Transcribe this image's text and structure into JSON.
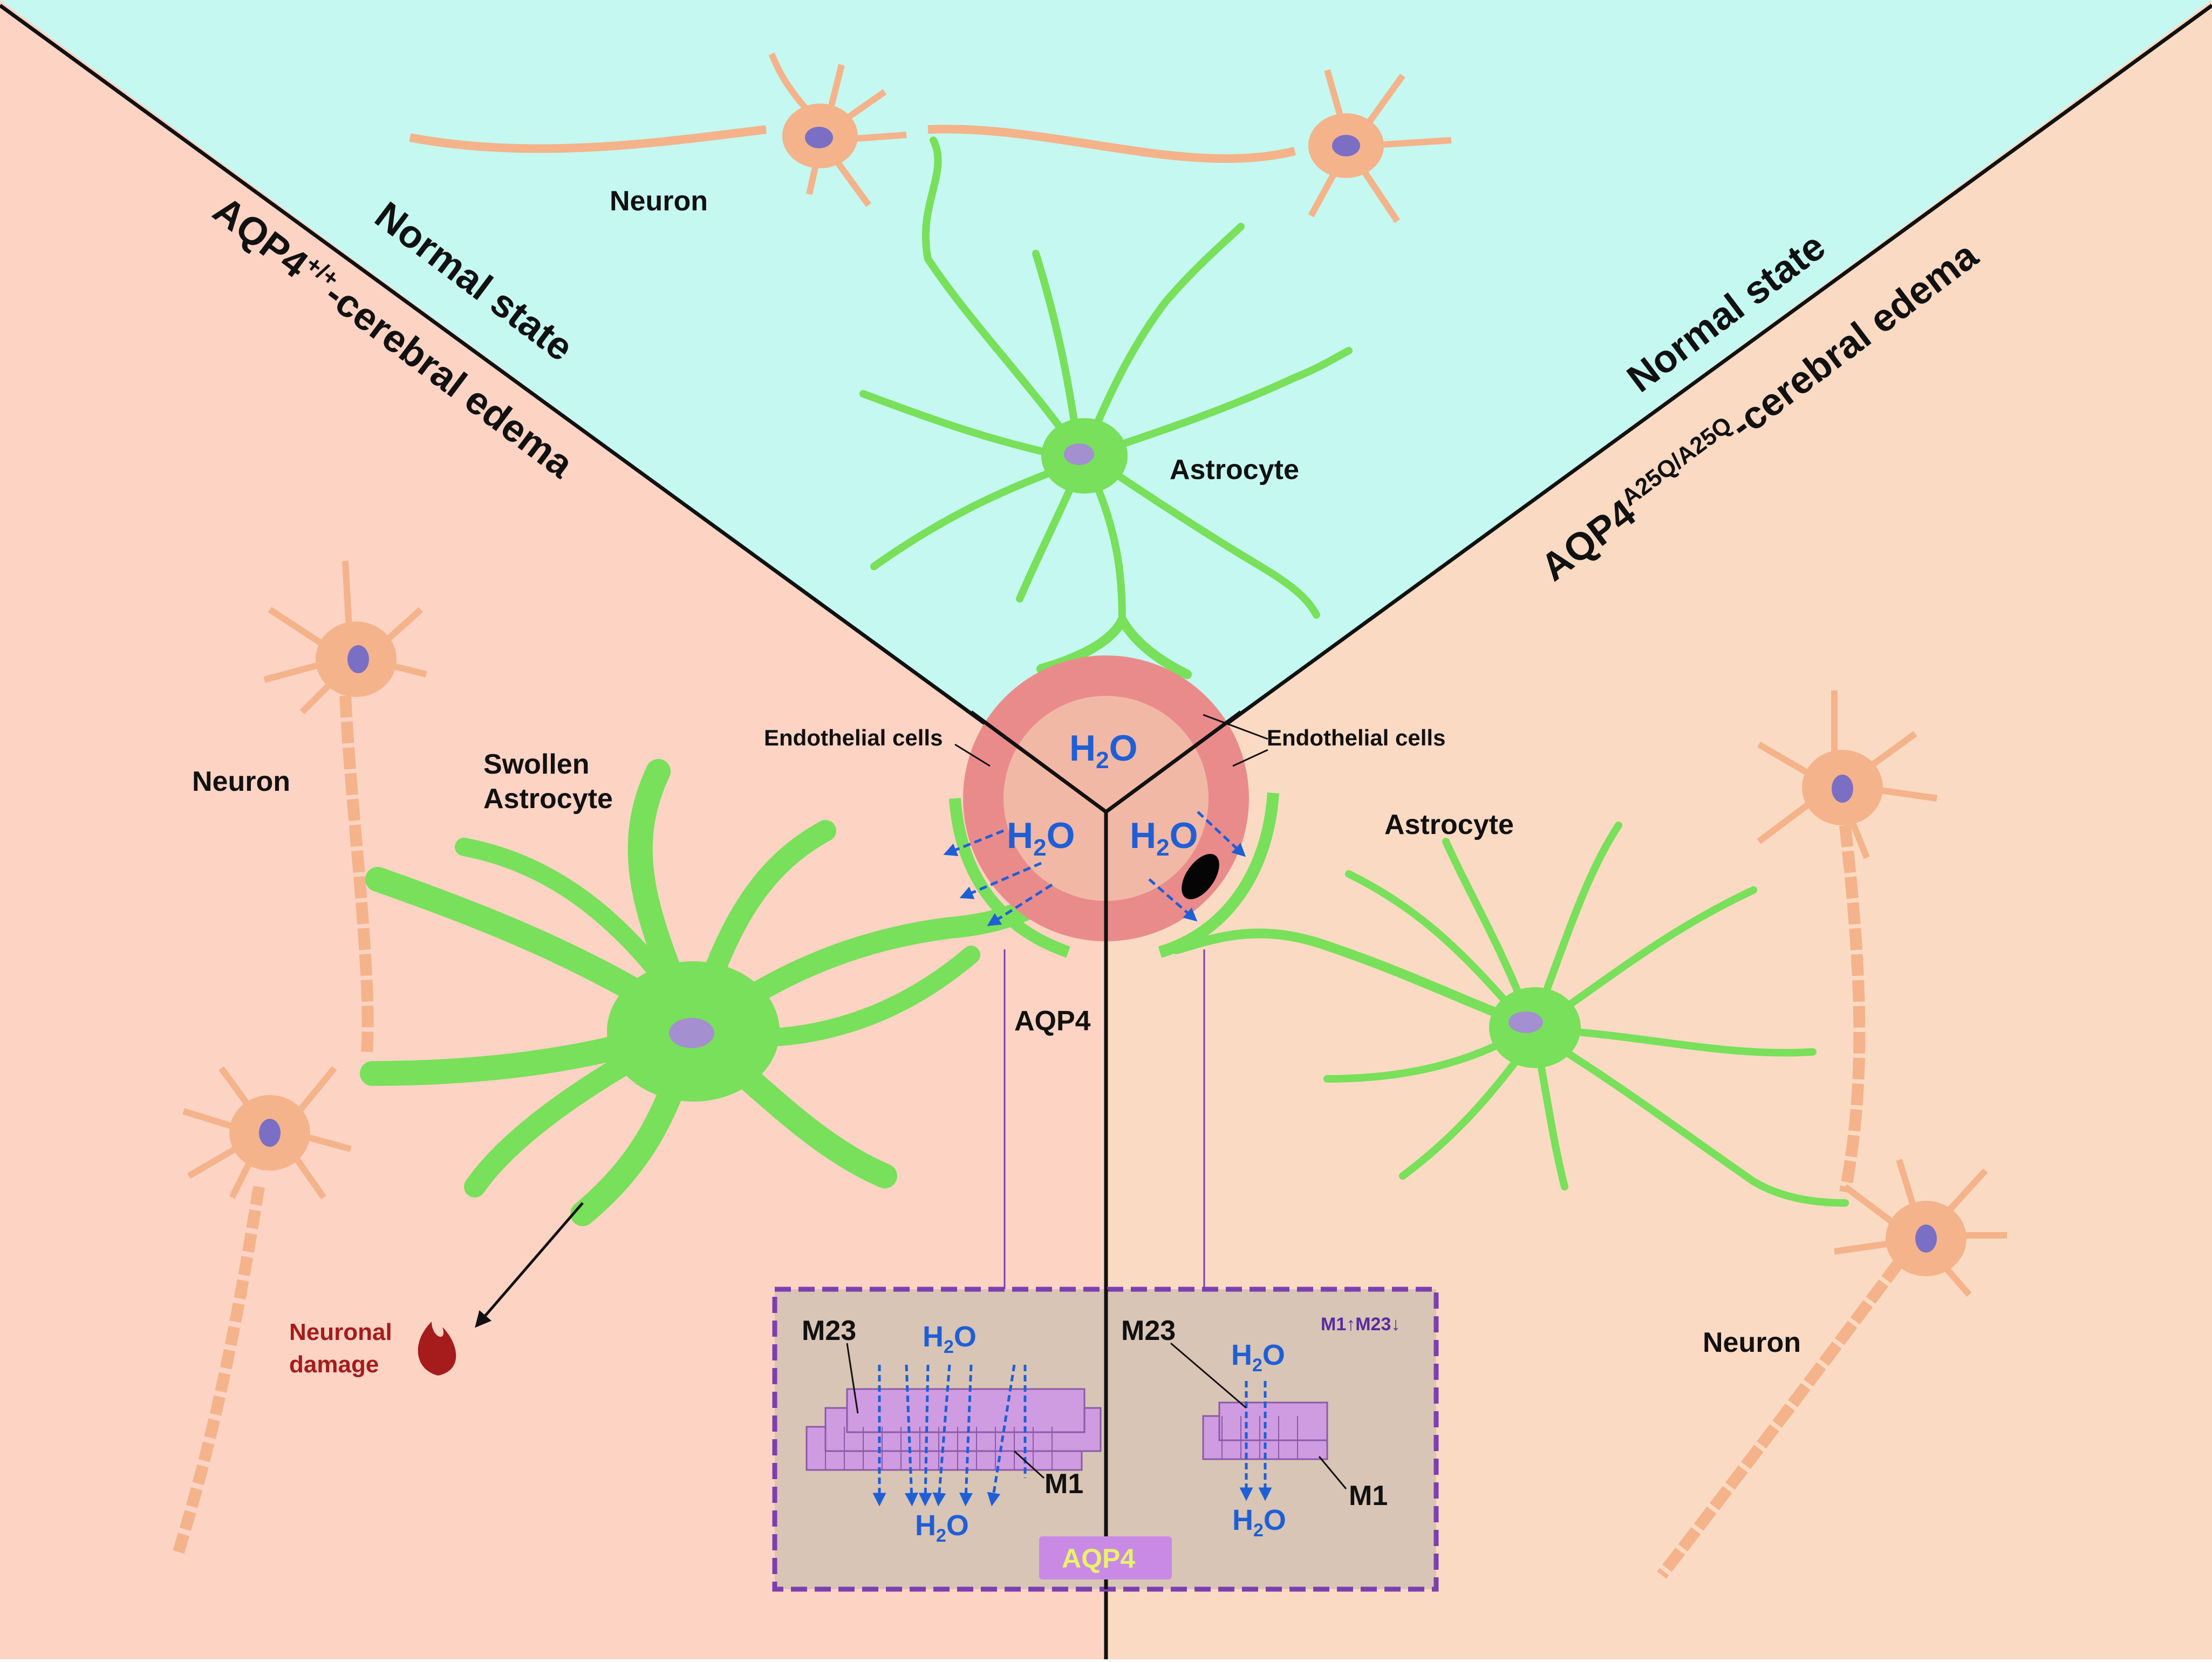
{
  "colors": {
    "top_region": "#c5f8f0",
    "left_region": "#fdd3c4",
    "right_region": "#fbdac3",
    "astrocyte": "#78e05a",
    "neuron": "#f4b38a",
    "neuron_nucleus": "#7a6fc4",
    "vessel_outer": "#ea8b8b",
    "vessel_inner": "#f2b8a6",
    "water_text": "#1f5fd6",
    "aqp4_channel": "#cf9ce2",
    "inset_bg": "#d8c5b5",
    "inset_border": "#7b3fb0",
    "damage_text": "#a61b1b"
  },
  "labels": {
    "left_state_line1": "Normal state",
    "left_state_line2": "AQP4+/+-cerebral edema",
    "left_state_line2_base": "AQP4",
    "left_state_line2_sup": "+/+",
    "left_state_line2_rest": "-cerebral edema",
    "right_state_line1": "Normal state",
    "right_state_line2_base": "AQP4",
    "right_state_line2_sup": "A25Q/A25Q",
    "right_state_line2_rest": "-cerebral edema",
    "neuron_top": "Neuron",
    "neuron_left": "Neuron",
    "neuron_right": "Neuron",
    "astrocyte_top": "Astrocyte",
    "astrocyte_right": "Astrocyte",
    "swollen_astrocyte_line1": "Swollen",
    "swollen_astrocyte_line2": "Astrocyte",
    "endothelial_left": "Endothelial cells",
    "endothelial_right": "Endothelial cells",
    "aqp4_label": "AQP4",
    "water_base": "H",
    "water_sub": "2",
    "water_tail": "O",
    "neuronal_damage_line1": "Neuronal",
    "neuronal_damage_line2": "damage"
  },
  "inset": {
    "left_m23": "M23",
    "left_m1": "M1",
    "right_m23": "M23",
    "right_m1": "M1",
    "ratio_note": "M1↑M23↓",
    "badge": "AQP4"
  },
  "icons": {
    "flame": "flame-icon",
    "arrow": "arrow-icon"
  }
}
